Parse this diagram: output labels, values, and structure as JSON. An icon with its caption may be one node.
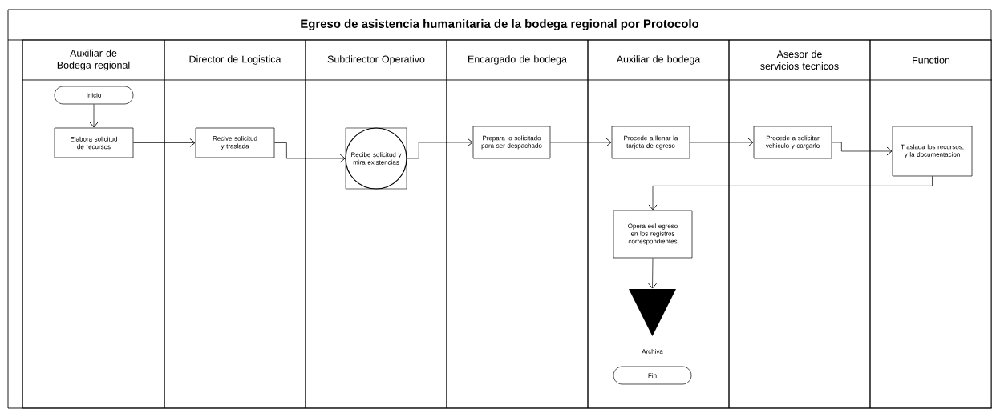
{
  "diagram": {
    "nodes": [
      {
        "text": [
          "Egreso de asistencia humanitaria de la bodega regional por Protocolo"
        ]
      },
      {
        "text": [
          "Auxiliar de Bodega regional"
        ],
        "in": 0
      },
      {
        "text": [
          "Director de Logistica"
        ],
        "in": 0
      },
      {
        "text": [
          "Subdirector Operativo"
        ],
        "in": 0
      },
      {
        "text": [
          "Encargado de bodega"
        ],
        "in": 0
      },
      {
        "text": [
          "Auxiliar de bodega"
        ],
        "in": 0
      },
      {
        "text": [
          "Asesor de servicios tecnicos"
        ],
        "in": 0
      },
      {
        "text": [
          "Function"
        ],
        "in": 0
      },
      {
        "text": [
          "Inicio"
        ],
        "in": 1
      },
      {
        "text": [
          "Elabora solicitud de recursos"
        ],
        "in": 1
      },
      {
        "text": [
          "Recive solicitud y traslada"
        ],
        "in": 2
      },
      {
        "text": [
          "Recibe solicitud y mira existencias"
        ],
        "in": 3
      },
      {
        "text": [
          "Prepara lo solicitado para ser despachado"
        ],
        "in": 4
      },
      {
        "text": [
          "Procede a llenar la tarjeta de egreso"
        ],
        "in": 5
      },
      {
        "text": [
          "Procede a solicitar vehiculo y cargarlo"
        ],
        "in": 6
      },
      {
        "text": [
          "Traslada los recursos, y la documentacion"
        ],
        "in": 7
      },
      {
        "text": [
          "Opera eel egreso en los registros correspondientes"
        ],
        "in": 5
      },
      {
        "text": [],
        "shape": "triangle",
        "beside": [
          "Archiva"
        ],
        "in": 5
      },
      {
        "text": [
          "Fin"
        ],
        "in": 5
      }
    ],
    "edges": [
      {
        "from": 8,
        "to": 9,
        "arrow": "to"
      },
      {
        "from": 9,
        "to": 10,
        "arrow": "to"
      },
      {
        "from": 10,
        "to": 11,
        "arrow": "to"
      },
      {
        "from": 11,
        "to": 12,
        "arrow": "to"
      },
      {
        "from": 12,
        "to": 13,
        "arrow": "to"
      },
      {
        "from": 13,
        "to": 14,
        "arrow": "to"
      },
      {
        "from": 14,
        "to": 15,
        "arrow": "to"
      },
      {
        "from": 15,
        "to": 16,
        "arrow": "to"
      },
      {
        "from": 16,
        "to": 17,
        "arrow": "to"
      }
    ]
  }
}
